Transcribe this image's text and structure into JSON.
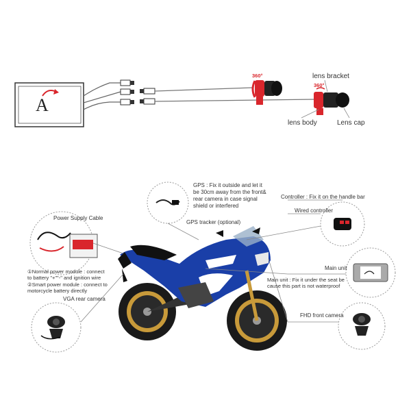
{
  "top_diagram": {
    "screen_text": "A",
    "angle_left": "360°",
    "angle_right": "360°",
    "lens_bracket": "lens bracket",
    "lens_body": "lens body",
    "lens_cap": "Lens cap"
  },
  "callouts": {
    "gps": "GPS : Fix it outside and let it be 30cm away from the front& rear camera in case signal shield or interfered",
    "gps_tracker": "GPS tracker (optional)",
    "controller": "Controller : Fix it on the handle bar",
    "wired_controller": "Wired controller",
    "power_supply": "Power Supply Cable",
    "power_note_1": "①Normal power module : connect to battery \"+\"\"-\" and ignition wire",
    "power_note_2": "②Smart power module : connect to motorcycle battery directly",
    "vga": "VGA rear camera",
    "main_unit": "Main unit",
    "main_unit_note": "Main unit : Fix it under the seat be cause this part is not waterproof",
    "fhd": "FHD front camera"
  },
  "colors": {
    "bike_blue": "#1a3fa8",
    "lens_red": "#d9262c",
    "line_gray": "#8a8a8a"
  }
}
